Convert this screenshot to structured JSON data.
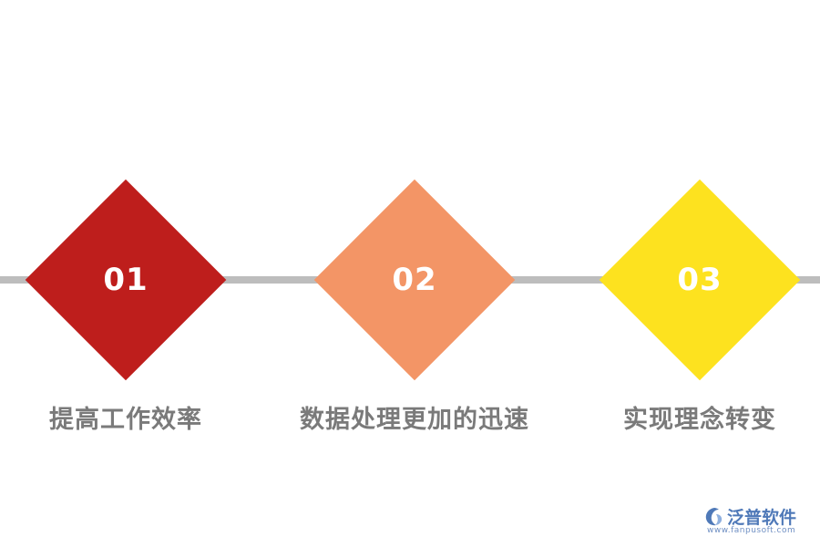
{
  "colors": {
    "line": "#bdbdbd",
    "label_text": "#7a7a7a",
    "number_text": "#ffffff",
    "logo": "#4f79b8"
  },
  "steps": [
    {
      "number": "01",
      "label": "提高工作效率",
      "color": "#be1e1c"
    },
    {
      "number": "02",
      "label": "数据处理更加的迅速",
      "color": "#f39566"
    },
    {
      "number": "03",
      "label": "实现理念转变",
      "color": "#fde21f"
    }
  ],
  "logo": {
    "name": "泛普软件",
    "url": "www.fanpusoft.com",
    "icon": "fanpu-logo-icon"
  }
}
